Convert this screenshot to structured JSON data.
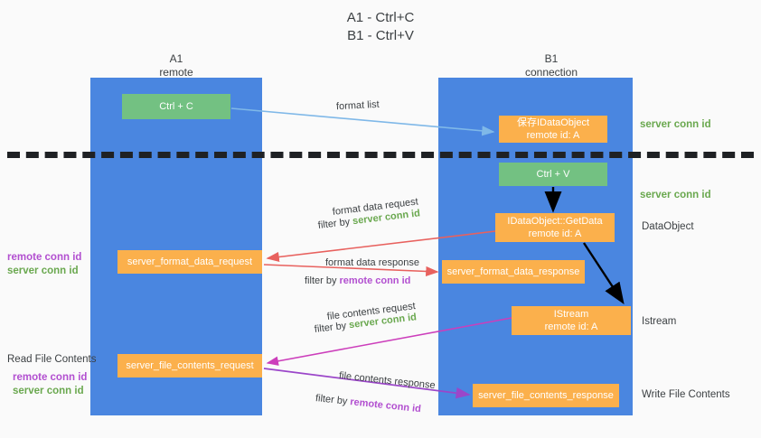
{
  "title": "A1 - Ctrl+C\nB1 - Ctrl+V",
  "columns": {
    "left": {
      "name": "A1",
      "sub": "remote",
      "header": "A1\nremote"
    },
    "right": {
      "name": "B1",
      "sub": "connection",
      "header": "B1\nconnection"
    }
  },
  "boxes": {
    "ctrl_c": {
      "label": "Ctrl + C",
      "color": "#73c182"
    },
    "ctrl_v": {
      "label": "Ctrl + V",
      "color": "#73c182"
    },
    "save_idataobject": {
      "label": "保存IDataObject\nremote id: A",
      "color": "#fbb04c"
    },
    "getdata": {
      "label": "IDataObject::GetData\nremote id: A",
      "color": "#fbb04c"
    },
    "istream": {
      "label": "IStream\nremote id: A",
      "color": "#fbb04c"
    },
    "server_format_data_request": {
      "label": "server_format_data_request",
      "color": "#fbb04c"
    },
    "server_format_data_response": {
      "label": "server_format_data_response",
      "color": "#fbb04c"
    },
    "server_file_contents_request": {
      "label": "server_file_contents_request",
      "color": "#fbb04c"
    },
    "server_file_contents_response": {
      "label": "server_file_contents_response",
      "color": "#fbb04c"
    }
  },
  "arrow_labels": {
    "format_list": "format list",
    "format_data_request": "format data request",
    "format_data_request_filter_prefix": "filter by ",
    "format_data_request_filter_value": "server conn id",
    "format_data_response": "format data response",
    "format_data_response_filter_prefix": "filter by ",
    "format_data_response_filter_value": "remote conn id",
    "file_contents_request": "file contents request",
    "file_contents_request_filter_prefix": "filter by ",
    "file_contents_request_filter_value": "server conn id",
    "file_contents_response": "file contents response",
    "file_contents_response_filter_prefix": "filter by ",
    "file_contents_response_filter_value": "remote conn id"
  },
  "right_labels": {
    "server_conn_id_1": "server conn id",
    "server_conn_id_2": "server conn id",
    "dataobject": "DataObject",
    "istream": "Istream",
    "write_file_contents": "Write File Contents"
  },
  "left_labels": {
    "remote_conn_id_1": "remote conn id",
    "server_conn_id_1": "server conn id",
    "read_file_contents": "Read File Contents",
    "remote_conn_id_2": "remote conn id",
    "server_conn_id_2": "server conn id"
  },
  "colors": {
    "lane_blue": "#4a86e0",
    "box_green": "#73c182",
    "box_orange": "#fbb04c",
    "server_conn_green": "#6aa84f",
    "remote_conn_purple": "#b24fd0",
    "arrow_light_blue": "#7fb8e8",
    "arrow_red": "#e8615e",
    "arrow_magenta": "#cc3ebb",
    "arrow_purple": "#9b46c9",
    "arrow_black": "#000000",
    "separator": "#1f2124",
    "background": "#fafafa"
  }
}
